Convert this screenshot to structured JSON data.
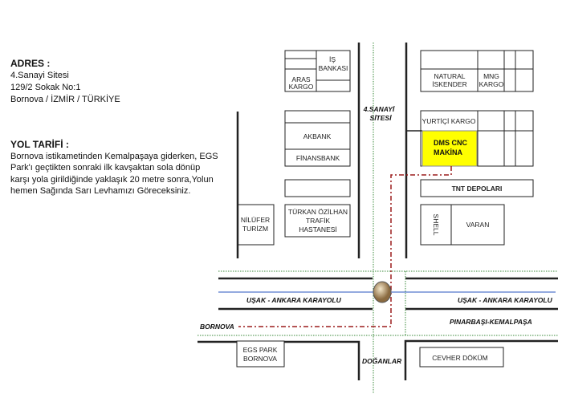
{
  "address": {
    "heading": "ADRES :",
    "lines": [
      "4.Sanayi Sitesi",
      "129/2 Sokak No:1",
      "Bornova / İZMİR / TÜRKİYE"
    ]
  },
  "directions": {
    "heading": "YOL TARİFİ :",
    "text": "Bornova istikametinden Kemalpaşaya giderken, EGS Park'ı geçtikten sonraki ilk kavşaktan sola dönüp karşı yola girildiğinde yaklaşık 20 metre sonra,Yolun hemen Sağında Sarı Levhamızı Göreceksiniz."
  },
  "map": {
    "street_label": [
      "4.SANAYİ",
      "SİTESİ"
    ],
    "buildings": {
      "is_bankasi": [
        "İŞ",
        "BANKASI"
      ],
      "aras_kargo": [
        "ARAS",
        "KARGO"
      ],
      "akbank": "AKBANK",
      "finansbank": "FİNANSBANK",
      "nilufer_turizm": [
        "NİLÜFER",
        "TURİZM"
      ],
      "turkan": [
        "TÜRKAN ÖZİLHAN",
        "TRAFİK",
        "HASTANESİ"
      ],
      "natural_iskender": [
        "NATURAL",
        "İSKENDER"
      ],
      "mng_kargo": [
        "MNG",
        "KARGO"
      ],
      "yurtici_kargo": "YURTİÇİ KARGO",
      "dms": [
        "DMS CNC",
        "MAKİNA"
      ],
      "tnt": "TNT DEPOLARI",
      "shell": "SHELL",
      "varan": "VARAN",
      "egs_park": [
        "EGS PARK",
        "BORNOVA"
      ],
      "cevher": "CEVHER DÖKÜM"
    },
    "roads": {
      "usak_left": "UŞAK - ANKARA KARAYOLU",
      "usak_right": "UŞAK - ANKARA KARAYOLU",
      "pinarbasi": "PINARBAŞI-KEMALPAŞA",
      "bornova": "BORNOVA",
      "doganlar": "DOĞANLAR"
    },
    "colors": {
      "highlight": "#ffff00",
      "route": "#9b1b1b",
      "center_line": "#3a8a3a",
      "lane_line": "#5577cc"
    }
  }
}
